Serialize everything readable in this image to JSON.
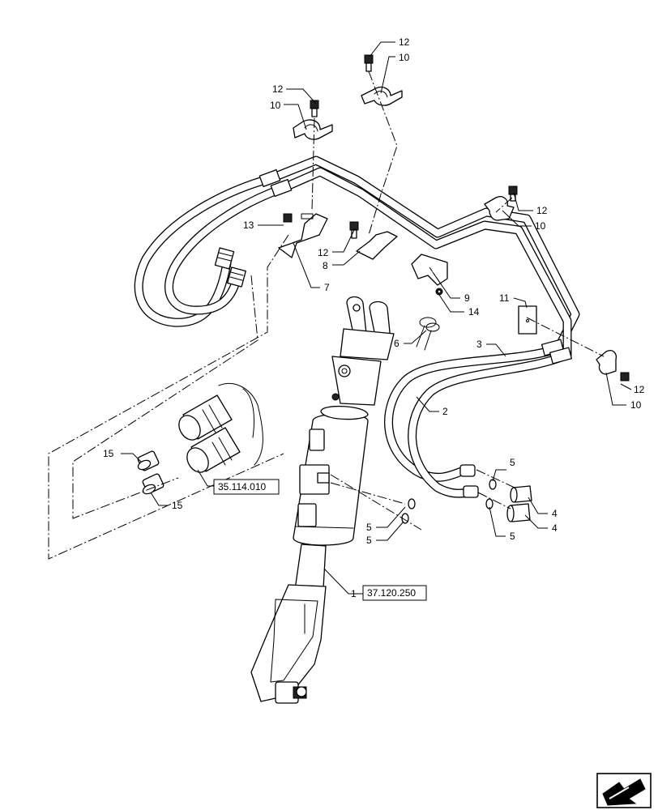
{
  "diagram": {
    "callouts": {
      "c1": "1",
      "c2": "2",
      "c3": "3",
      "c4a": "4",
      "c4b": "4",
      "c5a": "5",
      "c5b": "5",
      "c5c": "5",
      "c5d": "5",
      "c6": "6",
      "c7": "7",
      "c8": "8",
      "c9": "9",
      "c10a": "10",
      "c10b": "10",
      "c10c": "10",
      "c10d": "10",
      "c11": "11",
      "c12a": "12",
      "c12b": "12",
      "c12c": "12",
      "c12d": "12",
      "c12e": "12",
      "c13": "13",
      "c14": "14",
      "c15a": "15",
      "c15b": "15"
    },
    "references": {
      "ref_cylinder": "37.120.250",
      "ref_coupler": "35.114.010"
    },
    "nav_icon": "next-page-arrow-icon"
  }
}
